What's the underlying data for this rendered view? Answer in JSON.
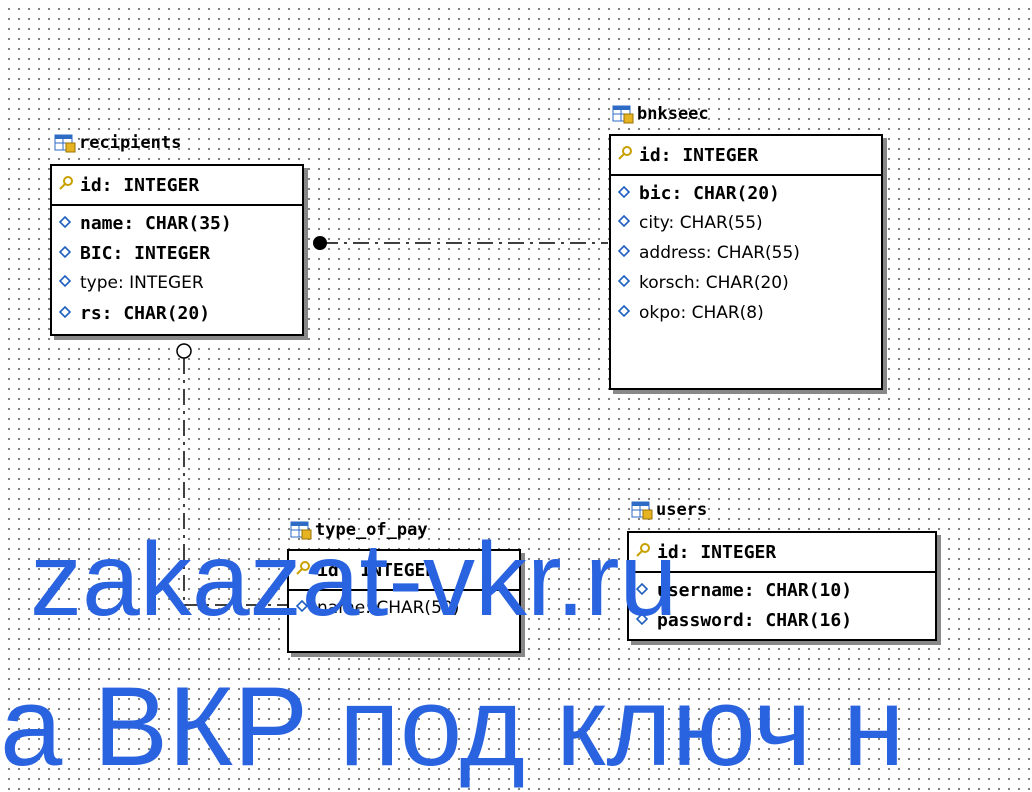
{
  "colors": {
    "watermark": "#2a63e0",
    "key_icon": "#c8a000",
    "attr_icon": "#1f5fbf"
  },
  "tables": {
    "recipients": {
      "name": "recipients",
      "pk": "id: INTEGER",
      "attributes": [
        {
          "label": "name: CHAR(35)",
          "bold": true
        },
        {
          "label": "BIC: INTEGER",
          "bold": true
        },
        {
          "label": "type: INTEGER",
          "bold": false
        },
        {
          "label": "rs: CHAR(20)",
          "bold": true
        }
      ]
    },
    "bnkseec": {
      "name": "bnkseec",
      "pk": "id: INTEGER",
      "attributes": [
        {
          "label": "bic: CHAR(20)",
          "bold": true
        },
        {
          "label": "city: CHAR(55)",
          "bold": false
        },
        {
          "label": "address: CHAR(55)",
          "bold": false
        },
        {
          "label": "korsch: CHAR(20)",
          "bold": false
        },
        {
          "label": "okpo: CHAR(8)",
          "bold": false
        }
      ]
    },
    "type_of_pay": {
      "name": "type_of_pay",
      "pk": "id: INTEGER",
      "attributes": [
        {
          "label": "name: CHAR(50)",
          "bold": false
        }
      ]
    },
    "users": {
      "name": "users",
      "pk": "id: INTEGER",
      "attributes": [
        {
          "label": "username: CHAR(10)",
          "bold": true
        },
        {
          "label": "password: CHAR(16)",
          "bold": true
        }
      ]
    }
  },
  "watermark": {
    "line1": "zakazat-vkr.ru",
    "line2": "а ВКР под ключ н"
  }
}
